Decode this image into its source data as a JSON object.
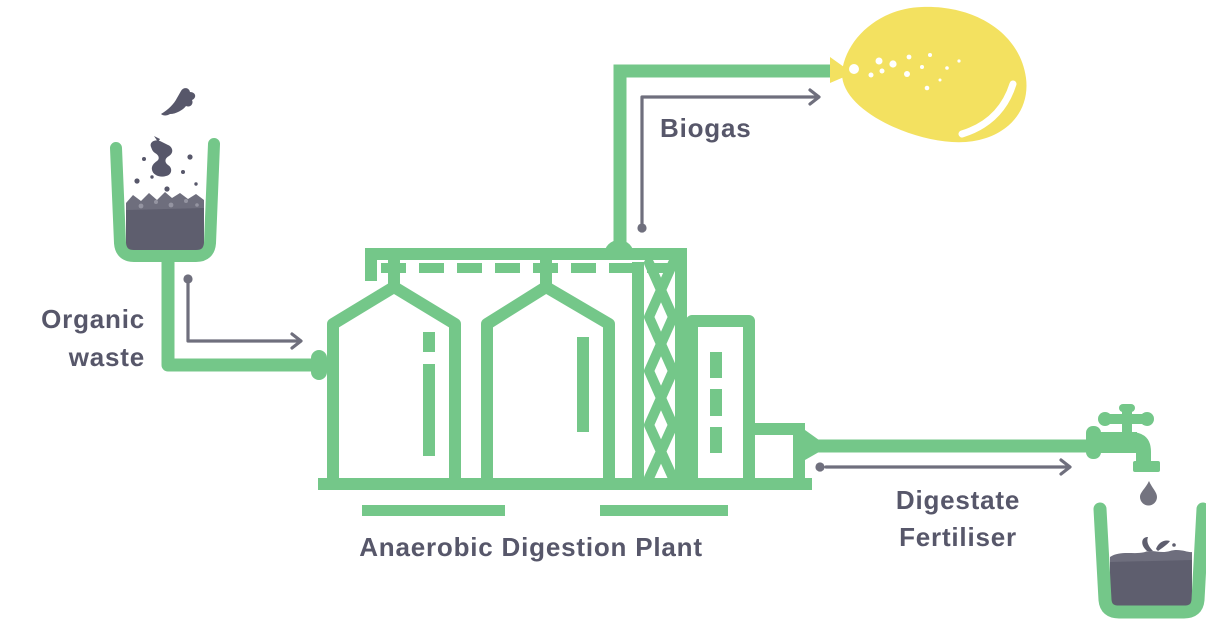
{
  "diagram": {
    "title": "Anaerobic Digestion Plant",
    "labels": {
      "organic_waste": {
        "line1": "Organic",
        "line2": "waste"
      },
      "biogas": "Biogas",
      "plant": "Anaerobic Digestion Plant",
      "digestate": {
        "line1": "Digestate",
        "line2": "Fertiliser"
      }
    },
    "flows": [
      {
        "from": "Organic waste",
        "to": "Anaerobic Digestion Plant"
      },
      {
        "from": "Anaerobic Digestion Plant",
        "to": "Biogas"
      },
      {
        "from": "Anaerobic Digestion Plant",
        "to": "Digestate Fertiliser"
      }
    ],
    "icons": [
      "waste-bucket-icon",
      "fly-icon",
      "apple-core-icon",
      "digestion-plant-icon",
      "biogas-balloon-icon",
      "tap-icon",
      "drop-icon",
      "fertiliser-bucket-icon",
      "flow-arrow-icon"
    ],
    "colors": {
      "green": "#74C789",
      "slate": "#57576A",
      "waste": "#5E5E6E",
      "waste_light": "#6E6E7D",
      "speck": "#9494A1",
      "arrow": "#6F6F7D",
      "yellow": "#F3E160",
      "drop": "#73737F",
      "white": "#FFFFFF"
    }
  }
}
